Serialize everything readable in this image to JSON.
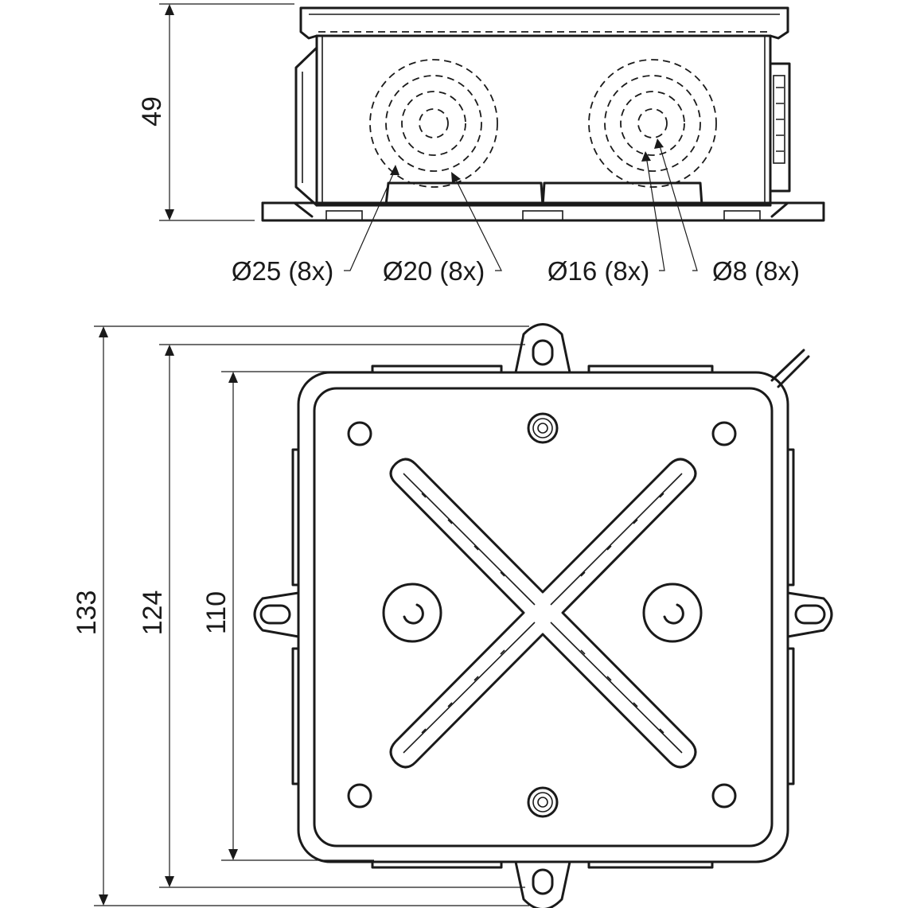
{
  "side_view": {
    "height_dimension": "49",
    "knockout_labels": [
      "Ø25 (8x)",
      "Ø20 (8x)",
      "Ø16 (8x)",
      "Ø8 (8x)"
    ]
  },
  "top_view": {
    "overall_dimension": "133",
    "mounting_dimension": "124",
    "body_dimension": "110"
  }
}
